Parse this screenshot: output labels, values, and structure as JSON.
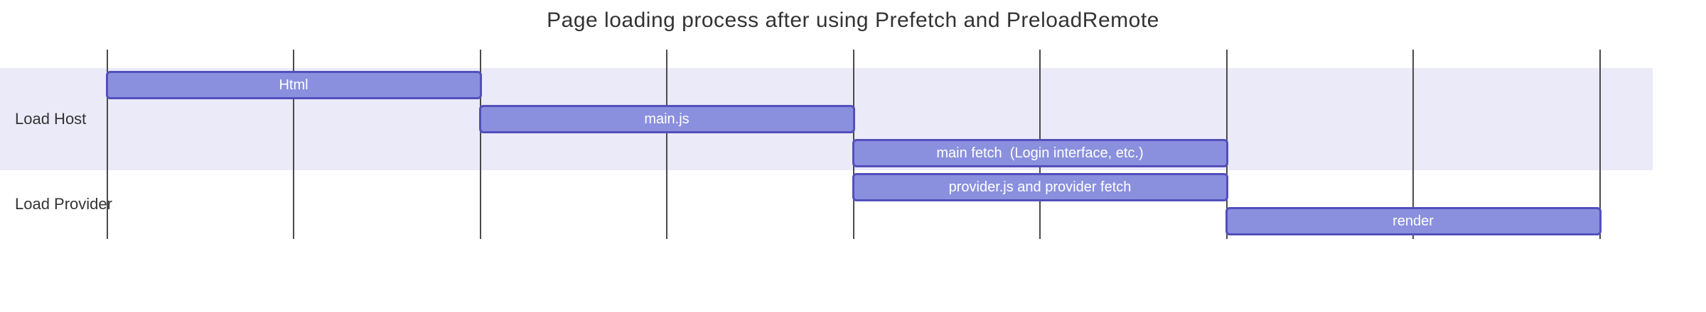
{
  "chart_data": {
    "type": "gantt",
    "title": "Page loading process after using Prefetch and PreloadRemote",
    "x_axis": {
      "unit_min": 0,
      "unit_max": 8,
      "gridlines": 9,
      "tick_labels": "none"
    },
    "legend": "none",
    "sections": [
      {
        "name": "Load Host",
        "tasks": [
          {
            "label": "Html",
            "start": 0,
            "end": 2
          },
          {
            "label": "main.js",
            "start": 2,
            "end": 4
          },
          {
            "label": "main fetch  (Login interface, etc.)",
            "start": 4,
            "end": 6
          }
        ]
      },
      {
        "name": "Load Provider",
        "tasks": [
          {
            "label": "provider.js and provider fetch",
            "start": 4,
            "end": 6
          },
          {
            "label": "render",
            "start": 6,
            "end": 8
          }
        ]
      }
    ],
    "style": {
      "task_fill": "#8a90dd",
      "task_border": "#534fbc",
      "task_text": "#ffffff",
      "band_fill": "#ebeaf8",
      "grid_line": "#4a4a4a",
      "title_color": "#333333",
      "section_text": "#333333"
    }
  }
}
